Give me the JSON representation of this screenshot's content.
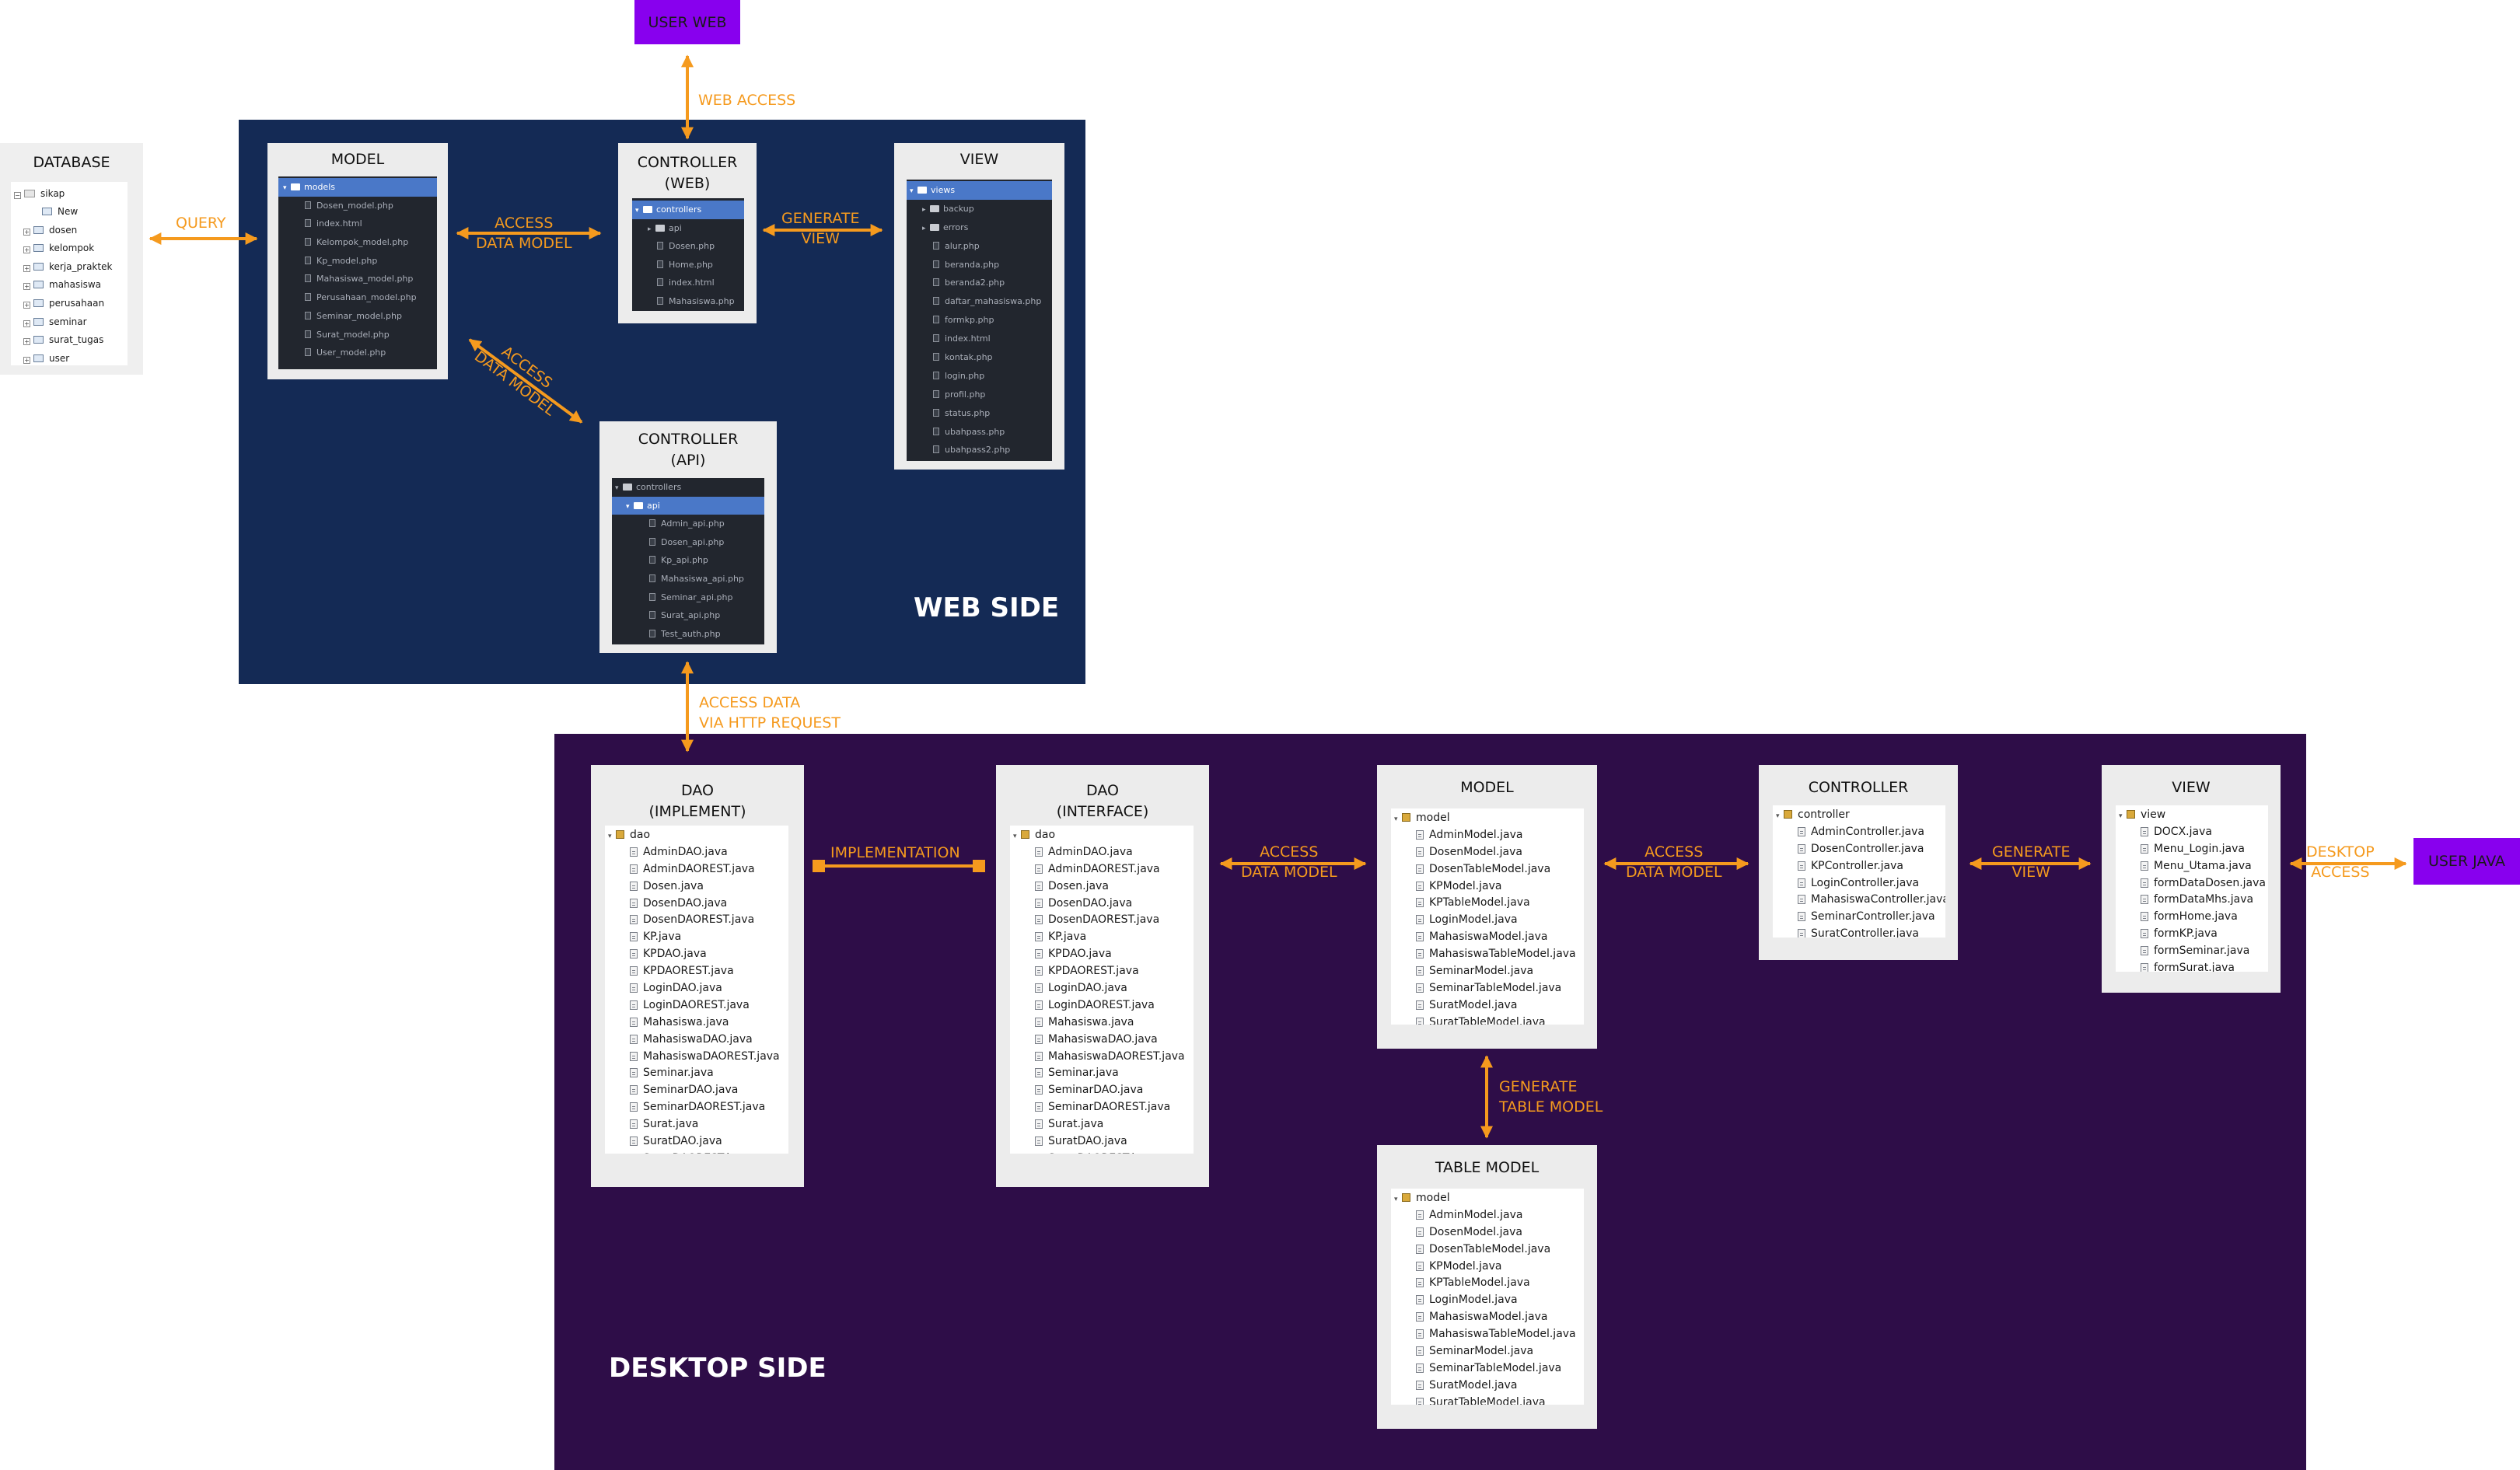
{
  "database": {
    "title": "DATABASE",
    "root": "sikap",
    "tables": [
      "New",
      "dosen",
      "kelompok",
      "kerja_praktek",
      "mahasiswa",
      "perusahaan",
      "seminar",
      "surat_tugas",
      "user"
    ]
  },
  "web_side": {
    "title": "WEB SIDE",
    "model": {
      "title": "MODEL",
      "folder": "models",
      "files": [
        "Dosen_model.php",
        "index.html",
        "Kelompok_model.php",
        "Kp_model.php",
        "Mahasiswa_model.php",
        "Perusahaan_model.php",
        "Seminar_model.php",
        "Surat_model.php",
        "User_model.php"
      ]
    },
    "controller_web": {
      "title": "CONTROLLER (WEB)",
      "folder": "controllers",
      "subfolder": "api",
      "files": [
        "Dosen.php",
        "Home.php",
        "index.html",
        "Mahasiswa.php"
      ]
    },
    "view": {
      "title": "VIEW",
      "folder": "views",
      "subfolders": [
        "backup",
        "errors"
      ],
      "files": [
        "alur.php",
        "beranda.php",
        "beranda2.php",
        "daftar_mahasiswa.php",
        "formkp.php",
        "index.html",
        "kontak.php",
        "login.php",
        "profil.php",
        "status.php",
        "ubahpass.php",
        "ubahpass2.php"
      ]
    },
    "controller_api": {
      "title": "CONTROLLER (API)",
      "folder": "controllers",
      "subfolder": "api",
      "files": [
        "Admin_api.php",
        "Dosen_api.php",
        "Kp_api.php",
        "Mahasiswa_api.php",
        "Seminar_api.php",
        "Surat_api.php",
        "Test_auth.php"
      ]
    }
  },
  "desktop_side": {
    "title": "DESKTOP SIDE",
    "dao_implement": {
      "title": "DAO (IMPLEMENT)",
      "package": "dao",
      "files": [
        "AdminDAO.java",
        "AdminDAOREST.java",
        "Dosen.java",
        "DosenDAO.java",
        "DosenDAOREST.java",
        "KP.java",
        "KPDAO.java",
        "KPDAOREST.java",
        "LoginDAO.java",
        "LoginDAOREST.java",
        "Mahasiswa.java",
        "MahasiswaDAO.java",
        "MahasiswaDAOREST.java",
        "Seminar.java",
        "SeminarDAO.java",
        "SeminarDAOREST.java",
        "Surat.java",
        "SuratDAO.java",
        "SuratDAOREST.java"
      ]
    },
    "dao_interface": {
      "title": "DAO (INTERFACE)",
      "package": "dao",
      "files": [
        "AdminDAO.java",
        "AdminDAOREST.java",
        "Dosen.java",
        "DosenDAO.java",
        "DosenDAOREST.java",
        "KP.java",
        "KPDAO.java",
        "KPDAOREST.java",
        "LoginDAO.java",
        "LoginDAOREST.java",
        "Mahasiswa.java",
        "MahasiswaDAO.java",
        "MahasiswaDAOREST.java",
        "Seminar.java",
        "SeminarDAO.java",
        "SeminarDAOREST.java",
        "Surat.java",
        "SuratDAO.java",
        "SuratDAOREST.java"
      ]
    },
    "model": {
      "title": "MODEL",
      "package": "model",
      "files": [
        "AdminModel.java",
        "DosenModel.java",
        "DosenTableModel.java",
        "KPModel.java",
        "KPTableModel.java",
        "LoginModel.java",
        "MahasiswaModel.java",
        "MahasiswaTableModel.java",
        "SeminarModel.java",
        "SeminarTableModel.java",
        "SuratModel.java",
        "SuratTableModel.java"
      ]
    },
    "controller": {
      "title": "CONTROLLER",
      "package": "controller",
      "files": [
        "AdminController.java",
        "DosenController.java",
        "KPController.java",
        "LoginController.java",
        "MahasiswaController.java",
        "SeminarController.java",
        "SuratController.java"
      ]
    },
    "view": {
      "title": "VIEW",
      "package": "view",
      "files": [
        "DOCX.java",
        "Menu_Login.java",
        "Menu_Utama.java",
        "formDataDosen.java",
        "formDataMhs.java",
        "formHome.java",
        "formKP.java",
        "formSeminar.java",
        "formSurat.java"
      ]
    },
    "table_model": {
      "title": "TABLE MODEL",
      "package": "model",
      "files": [
        "AdminModel.java",
        "DosenModel.java",
        "DosenTableModel.java",
        "KPModel.java",
        "KPTableModel.java",
        "LoginModel.java",
        "MahasiswaModel.java",
        "MahasiswaTableModel.java",
        "SeminarModel.java",
        "SeminarTableModel.java",
        "SuratModel.java",
        "SuratTableModel.java"
      ]
    }
  },
  "actors": {
    "user_web": "USER WEB",
    "user_java": "USER JAVA"
  },
  "labels": {
    "web_access": "WEB ACCESS",
    "query": "QUERY",
    "access_data_model": "ACCESS\nDATA MODEL",
    "generate_view": "GENERATE\nVIEW",
    "access_data_http": "ACCESS DATA\nVIA HTTP REQUEST",
    "implementation": "IMPLEMENTATION",
    "generate_table_model": "GENERATE\nTABLE MODEL",
    "desktop_access": "DESKTOP\nACCESS"
  },
  "colors": {
    "web_side_bg": "#142a55",
    "desktop_side_bg": "#2e0d48",
    "arrow": "#f59a1e",
    "actor": "#8800ee",
    "selection": "#4a78c8"
  }
}
